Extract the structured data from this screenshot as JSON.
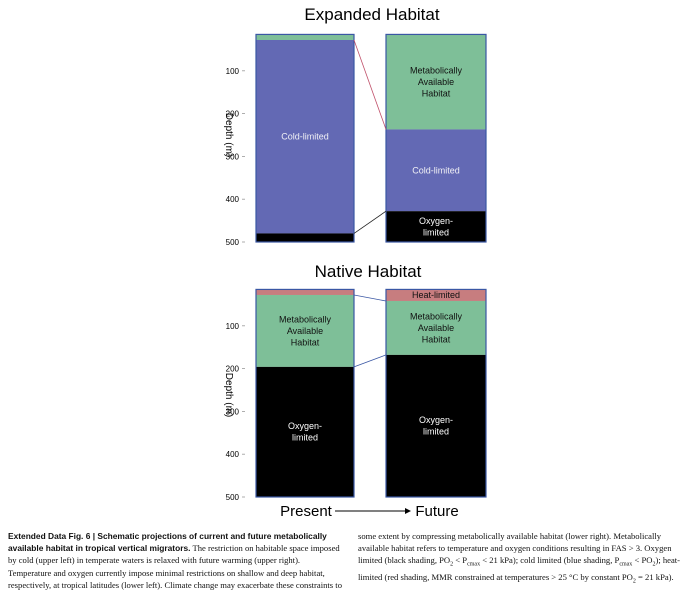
{
  "chart_data": [
    {
      "type": "stacked-bar",
      "title": "Expanded Habitat",
      "ylabel": "Depth (m)",
      "ylim": [
        0,
        500
      ],
      "yticks": [
        "100",
        "200",
        "300",
        "400",
        "500"
      ],
      "ytick_values": [
        100,
        200,
        300,
        400,
        500
      ],
      "colors": {
        "heat": "#c77d7f",
        "metabolic": "#7ebf98",
        "cold": "#6369b4",
        "oxygen": "#000000",
        "edge": "#3a57a4"
      },
      "columns": [
        {
          "segments": [
            {
              "kind": "metabolic",
              "label": "",
              "from": 15,
              "to": 28
            },
            {
              "kind": "cold",
              "label": "Cold-limited",
              "from": 28,
              "to": 480
            },
            {
              "kind": "oxygen",
              "label": "",
              "from": 480,
              "to": 500
            }
          ]
        },
        {
          "segments": [
            {
              "kind": "metabolic",
              "label": "Metabolically Available Habitat",
              "from": 15,
              "to": 237
            },
            {
              "kind": "cold",
              "label": "Cold-limited",
              "from": 237,
              "to": 428
            },
            {
              "kind": "oxygen",
              "label": "Oxygen-limited",
              "from": 428,
              "to": 500
            }
          ]
        }
      ]
    },
    {
      "type": "stacked-bar",
      "title": "Native Habitat",
      "ylabel": "Depth (m)",
      "ylim": [
        0,
        500
      ],
      "yticks": [
        "100",
        "200",
        "300",
        "400",
        "500"
      ],
      "ytick_values": [
        100,
        200,
        300,
        400,
        500
      ],
      "colors": {
        "heat": "#c77d7f",
        "metabolic": "#7ebf98",
        "cold": "#6369b4",
        "oxygen": "#000000",
        "edge": "#3a57a4"
      },
      "columns": [
        {
          "segments": [
            {
              "kind": "heat",
              "label": "",
              "from": 15,
              "to": 28
            },
            {
              "kind": "metabolic",
              "label": "Metabolically Available Habitat",
              "from": 28,
              "to": 196
            },
            {
              "kind": "oxygen",
              "label": "Oxygen-limited",
              "from": 196,
              "to": 500
            }
          ]
        },
        {
          "segments": [
            {
              "kind": "heat",
              "label": "Heat-limited",
              "from": 15,
              "to": 42
            },
            {
              "kind": "metabolic",
              "label": "Metabolically Available Habitat",
              "from": 42,
              "to": 168
            },
            {
              "kind": "oxygen",
              "label": "Oxygen-limited",
              "from": 168,
              "to": 500
            }
          ]
        }
      ]
    }
  ],
  "xaxis": {
    "present": "Present",
    "future": "Future"
  },
  "caption_left": {
    "bold": "Extended Data Fig. 6 | Schematic projections of current and future metabolically available habitat in tropical vertical migrators.",
    "text": " The restriction on habitable space imposed by cold (upper left) in temperate waters is relaxed with future warming (upper right). Temperature and oxygen currently impose minimal restrictions on shallow and deep habitat, respectively, at tropical latitudes (lower left). Climate change may exacerbate these constraints to"
  },
  "caption_right": {
    "p1": "some extent by compressing metabolically available habitat (lower right). Metabolically available habitat refers to temperature and oxygen conditions resulting in FAS > 3. Oxygen limited (black shading, PO",
    "s1": "2",
    "p2": " < P",
    "s2": "cmax",
    "p3": " < 21 kPa); cold limited (blue shading, P",
    "s3": "cmax",
    "p4": " < PO",
    "s4": "2",
    "p5": "); heat-limited (red shading, MMR constrained at temperatures > 25 °C by constant PO",
    "s5": "2",
    "p6": " = 21 kPa)."
  }
}
